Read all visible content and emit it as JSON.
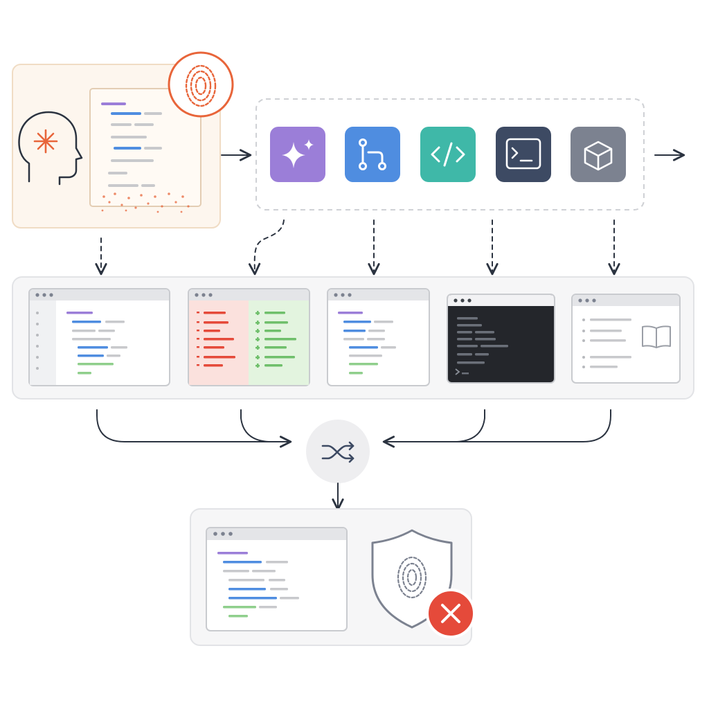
{
  "palette": {
    "accent": "#e8653a",
    "purple": "#9b7ed8",
    "blue": "#4f8de0",
    "teal": "#3fb8a8",
    "navy": "#3d4a63",
    "gray": "#7c8290",
    "ink": "#2b3340",
    "red": "#e54a3a",
    "green": "#8fcf8c",
    "panel": "#f6f6f7",
    "border": "#d9dadd",
    "warm": "#fdf6ee"
  },
  "nodes": {
    "author": {
      "icons": [
        "head-icon",
        "spark-icon",
        "code-document-icon",
        "fingerprint-icon"
      ]
    },
    "tools": {
      "icons": [
        "sparkle-icon",
        "git-branch-icon",
        "code-brackets-icon",
        "terminal-icon",
        "package-cube-icon"
      ]
    },
    "outputs": {
      "windows": [
        "code-editor-window",
        "diff-window",
        "code-window",
        "terminal-window",
        "docs-window"
      ]
    },
    "mixer": {
      "icon": "shuffle-icon"
    },
    "result": {
      "icons": [
        "code-window",
        "shield-fingerprint-icon",
        "error-x-icon"
      ]
    }
  }
}
